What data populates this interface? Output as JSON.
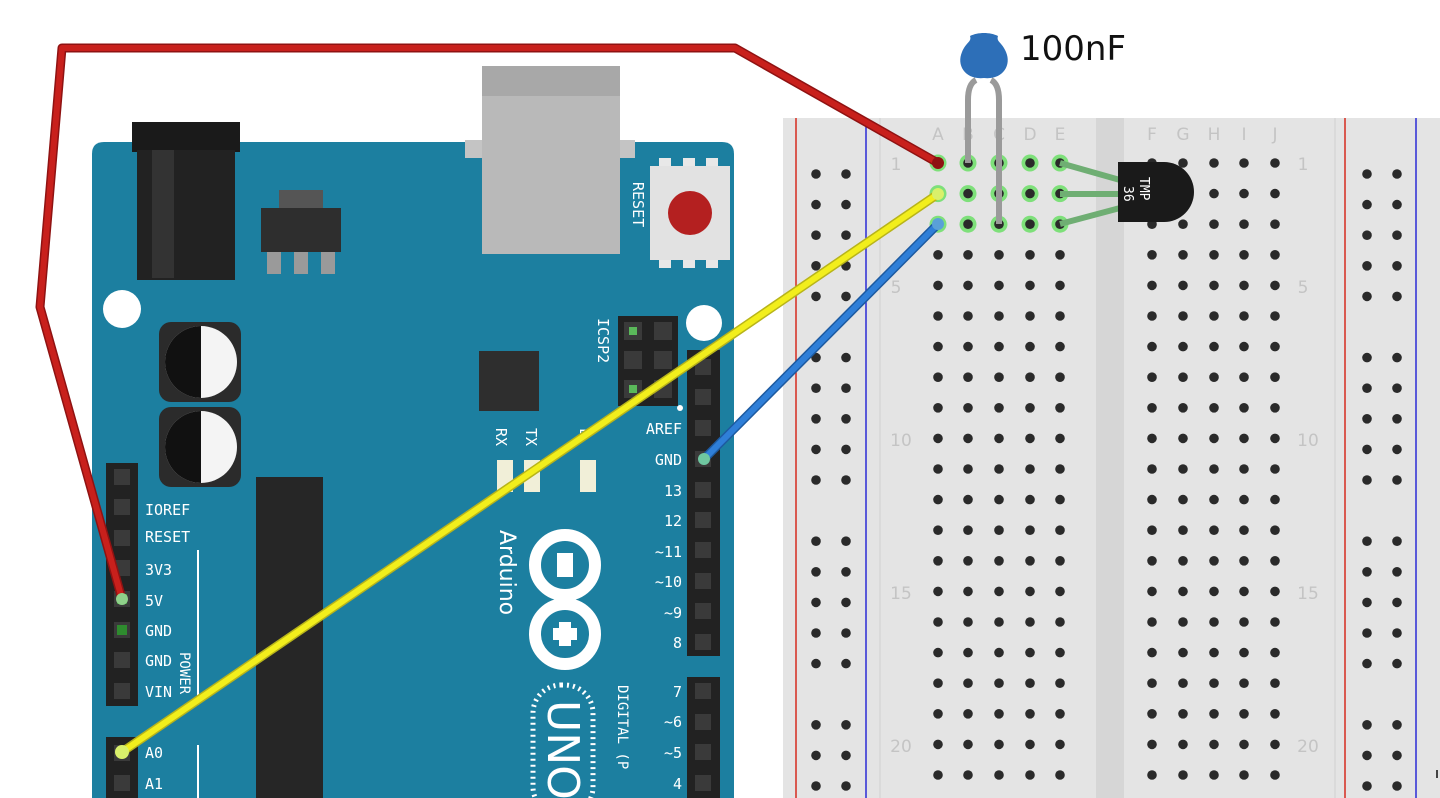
{
  "capacitor": {
    "label": "100nF"
  },
  "sensor": {
    "label_line1": "TMP",
    "label_line2": "36"
  },
  "board": {
    "reset_label": "RESET",
    "icsp_label": "ICSP2",
    "tx_label": "TX",
    "rx_label": "RX",
    "l_label": "L",
    "brand": "Arduino",
    "model": "UNO",
    "power_label": "POWER",
    "digital_label": "DIGITAL (P",
    "power_pins": [
      "IOREF",
      "RESET",
      "3V3",
      "5V",
      "GND",
      "GND",
      "VIN"
    ],
    "analog_pins": [
      "A0",
      "A1"
    ],
    "digital_pins_top": [
      "AREF",
      "GND",
      "13",
      "12",
      "~11",
      "~10",
      "~9",
      "8"
    ],
    "digital_pins_bottom": [
      "7",
      "~6",
      "~5",
      "4"
    ]
  },
  "breadboard": {
    "columns_left": [
      "A",
      "B",
      "C",
      "D",
      "E"
    ],
    "columns_right": [
      "F",
      "G",
      "H",
      "I",
      "J"
    ],
    "row_labels": [
      "1",
      "5",
      "10",
      "15",
      "20"
    ]
  },
  "wires": [
    {
      "name": "5v-wire",
      "color": "#c8201c"
    },
    {
      "name": "a0-signal-wire",
      "color": "#f2ee1c"
    },
    {
      "name": "gnd-wire",
      "color": "#2f7fd8"
    }
  ],
  "colors": {
    "board": "#1c7fa0",
    "breadboard": "#e4e4e4",
    "rail_red": "#d52b1e",
    "rail_blue": "#2b2bd5",
    "connected_hole": "#7ee07a"
  }
}
